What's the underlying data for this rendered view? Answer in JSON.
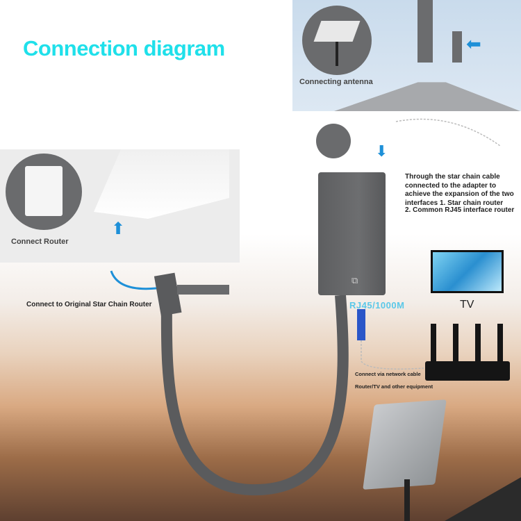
{
  "title": "Connection diagram",
  "panels": {
    "antenna": {
      "label": "Connecting antenna"
    },
    "router": {
      "label": "Connect Router"
    }
  },
  "callouts": {
    "original_router": "Connect to Original Star Chain Router",
    "description": "Through the star chain cable connected to the adapter to achieve the expansion of the two interfaces 1. Star chain router",
    "description_2": "2. Common RJ45 interface router",
    "port": "RJ45/1000M",
    "tv": "TV",
    "network_cable": "Connect via network cable",
    "equipment": "Router/TV and other equipment"
  },
  "colors": {
    "title": "#1fe0ea",
    "arrow": "#1e90d8",
    "port_label": "#5ac8e8"
  }
}
